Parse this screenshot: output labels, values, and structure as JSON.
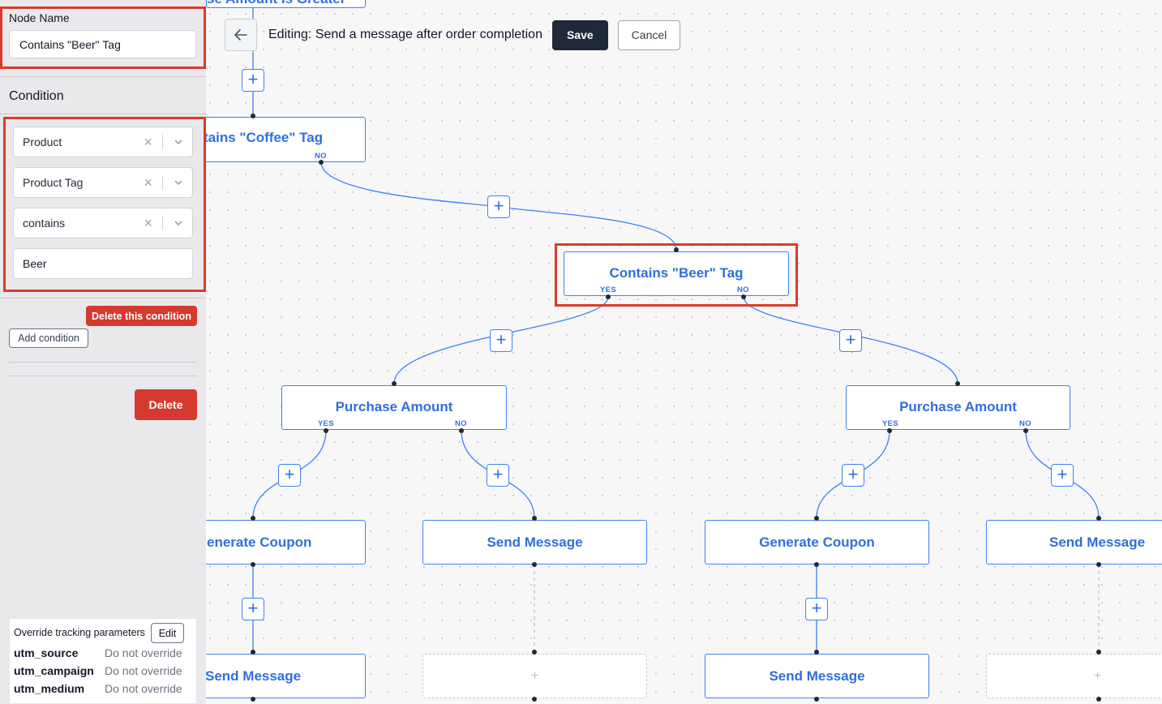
{
  "editor": {
    "editing_title": "Editing: Send a message after order completion",
    "save_label": "Save",
    "cancel_label": "Cancel",
    "back_icon": "arrow-left-icon"
  },
  "sidebar": {
    "node_name_label": "Node Name",
    "node_name_value": "Contains \"Beer\" Tag",
    "condition_heading": "Condition",
    "condition_fields": [
      {
        "value": "Product"
      },
      {
        "value": "Product Tag"
      },
      {
        "value": "contains"
      }
    ],
    "condition_value": "Beer",
    "delete_condition_label": "Delete this condition",
    "add_condition_label": "Add condition",
    "delete_label": "Delete",
    "tracking": {
      "title": "Override tracking parameters",
      "edit_label": "Edit",
      "params": [
        {
          "key": "utm_source",
          "value": "Do not override"
        },
        {
          "key": "utm_campaign",
          "value": "Do not override"
        },
        {
          "key": "utm_medium",
          "value": "Do not override"
        }
      ]
    }
  },
  "flow": {
    "add_symbol": "+",
    "yes_label": "YES",
    "no_label": "NO",
    "nodes": {
      "top_partial": "se Amount Is Greater",
      "coffee": "tains \"Coffee\" Tag",
      "beer": "Contains \"Beer\" Tag",
      "purchase_left": "Purchase Amount",
      "purchase_right": "Purchase Amount",
      "coupon_left": "enerate Coupon",
      "send_mid_left": "Send Message",
      "coupon_right": "Generate Coupon",
      "send_far_right": "Send Message",
      "send_bottom_left": "Send Message",
      "send_bottom_right": "Send Message",
      "placeholder_left": "+",
      "placeholder_right": "+"
    }
  },
  "colors": {
    "accent": "#3b82f6",
    "node_text": "#2f6fdd",
    "highlight": "#dc3b2b",
    "danger": "#d43a2f",
    "dark_button": "#1f2937"
  }
}
